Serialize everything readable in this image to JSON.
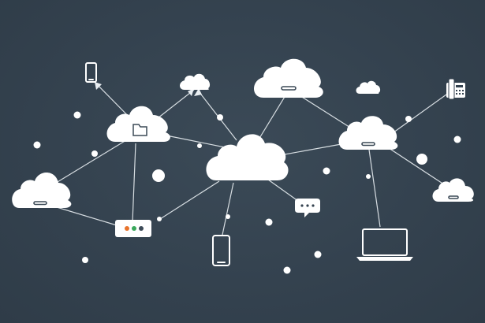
{
  "diagram": {
    "kind": "network-cloud-topology",
    "colors": {
      "background": "#34424f",
      "foreground": "#ffffff",
      "line": "#e9eef2",
      "router_led_orange": "#e8732c",
      "router_led_green": "#39a85b",
      "router_led_dark": "#3c4a57"
    },
    "nodes": [
      {
        "id": "central-cloud",
        "icon": "cloud-icon"
      },
      {
        "id": "top-center-cloud",
        "icon": "cloud-icon"
      },
      {
        "id": "left-upper-cloud",
        "icon": "cloud-folder-icon"
      },
      {
        "id": "left-lower-cloud",
        "icon": "cloud-icon"
      },
      {
        "id": "right-cloud",
        "icon": "cloud-icon"
      },
      {
        "id": "far-right-small-cloud",
        "icon": "cloud-icon"
      },
      {
        "id": "small-cloud-top",
        "icon": "cloud-icon"
      },
      {
        "id": "tiny-cloud-top-right",
        "icon": "cloud-icon"
      },
      {
        "id": "router",
        "icon": "router-icon"
      },
      {
        "id": "phone-top",
        "icon": "smartphone-icon"
      },
      {
        "id": "phone-bottom",
        "icon": "smartphone-icon"
      },
      {
        "id": "laptop",
        "icon": "laptop-icon"
      },
      {
        "id": "desk-phone",
        "icon": "desk-phone-icon"
      },
      {
        "id": "chat-bubble",
        "icon": "chat-bubble-icon"
      }
    ]
  }
}
